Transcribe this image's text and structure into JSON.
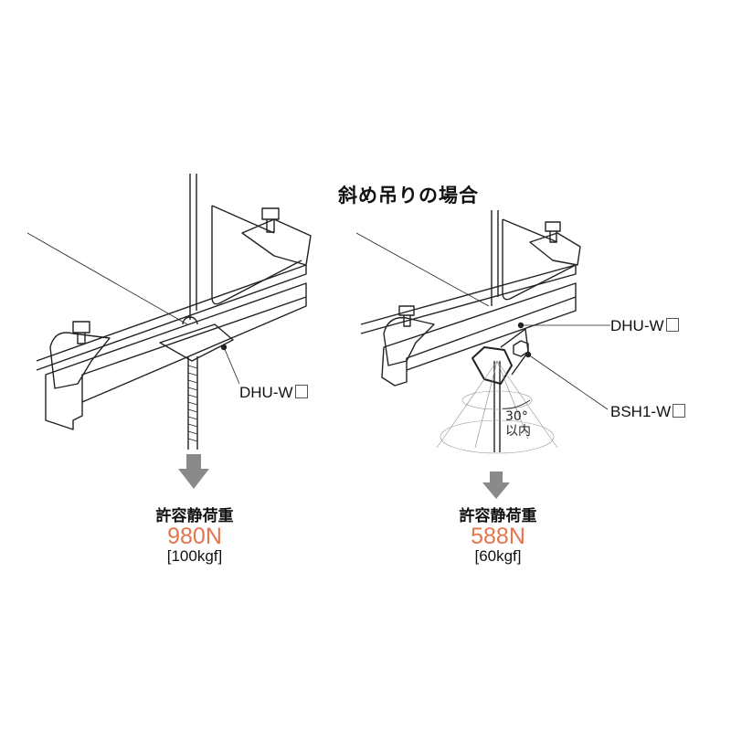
{
  "title": "斜め吊りの場合",
  "left": {
    "part_label": "DHU-W",
    "load_heading": "許容静荷重",
    "load_n": "980N",
    "load_kgf": "[100kgf]"
  },
  "right": {
    "part_label_1": "DHU-W",
    "part_label_2": "BSH1-W",
    "angle": "30°",
    "angle_note": "以内",
    "load_heading": "許容静荷重",
    "load_n": "588N",
    "load_kgf": "[60kgf]"
  },
  "colors": {
    "accent": "#e8744c",
    "arrow": "#8a8a8a",
    "line": "#222222"
  }
}
